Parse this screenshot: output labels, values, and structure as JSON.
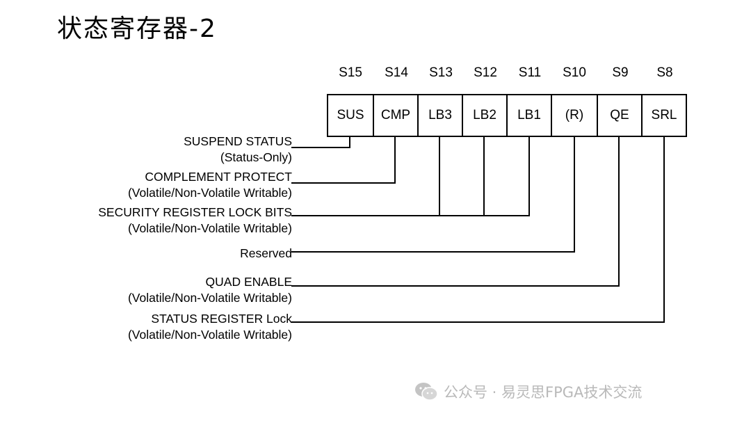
{
  "title": "状态寄存器-2",
  "register": {
    "bits": [
      {
        "name": "S15",
        "field": "SUS"
      },
      {
        "name": "S14",
        "field": "CMP"
      },
      {
        "name": "S13",
        "field": "LB3"
      },
      {
        "name": "S12",
        "field": "LB2"
      },
      {
        "name": "S11",
        "field": "LB1"
      },
      {
        "name": "S10",
        "field": "(R)"
      },
      {
        "name": "S9",
        "field": "QE"
      },
      {
        "name": "S8",
        "field": "SRL"
      }
    ]
  },
  "descriptions": [
    {
      "main": "SUSPEND STATUS",
      "sub": "(Status-Only)"
    },
    {
      "main": "COMPLEMENT PROTECT",
      "sub": "(Volatile/Non-Volatile Writable)"
    },
    {
      "main": "SECURITY REGISTER LOCK BITS",
      "sub": "(Volatile/Non-Volatile Writable)"
    },
    {
      "main": "Reserved",
      "sub": ""
    },
    {
      "main": "QUAD ENABLE",
      "sub": "(Volatile/Non-Volatile Writable)"
    },
    {
      "main": "STATUS REGISTER Lock",
      "sub": "(Volatile/Non-Volatile Writable)"
    }
  ],
  "watermark": {
    "icon": "wechat-icon",
    "text": "公众号 · 易灵思FPGA技术交流"
  }
}
